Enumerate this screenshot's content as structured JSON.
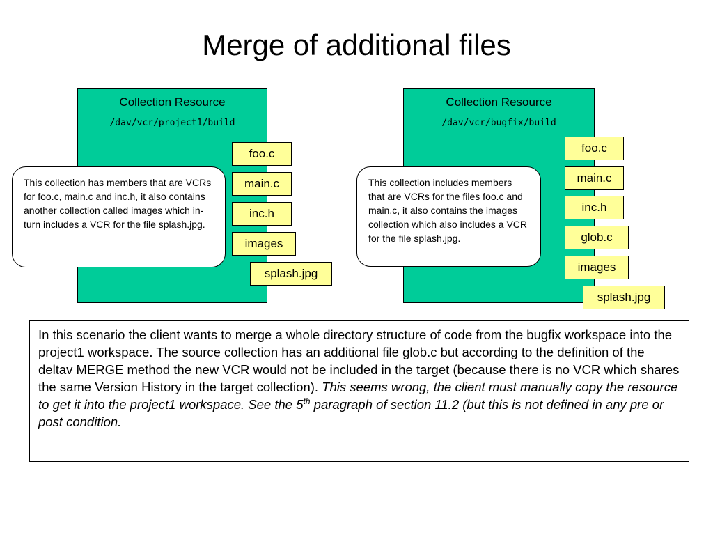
{
  "title": "Merge of additional files",
  "left_collection": {
    "heading": "Collection Resource",
    "path": "/dav/vcr/project1/build",
    "files": [
      "foo.c",
      "main.c",
      "inc.h",
      "images",
      "splash.jpg"
    ],
    "callout": "This collection has members that are VCRs for foo.c, main.c and inc.h, it also contains another collection called images which in-turn includes a VCR for the file splash.jpg."
  },
  "right_collection": {
    "heading": "Collection Resource",
    "path": "/dav/vcr/bugfix/build",
    "files": [
      "foo.c",
      "main.c",
      "inc.h",
      "glob.c",
      "images",
      "splash.jpg"
    ],
    "callout": "This collection includes members that are VCRs for the files foo.c and main.c, it also contains the images collection which also includes a VCR for the file splash.jpg."
  },
  "scenario": {
    "plain": "In this scenario the client wants to merge a whole directory structure of code from the bugfix workspace into the project1 workspace.  The source collection has an additional file glob.c but according to the definition of the deltav MERGE method the new VCR would not be included in the target (because there is no VCR which shares the same Version History in the target collection).  ",
    "italic_1": "This seems wrong, the client must manually copy the resource to get it into the project1 workspace.  See the 5",
    "italic_sup": "th",
    "italic_2": " paragraph of section 11.2 (but this is not defined in any pre or post condition."
  },
  "colors": {
    "collection_fill": "#00cc99",
    "file_fill": "#ffff99",
    "callout_fill": "#ffffff"
  }
}
